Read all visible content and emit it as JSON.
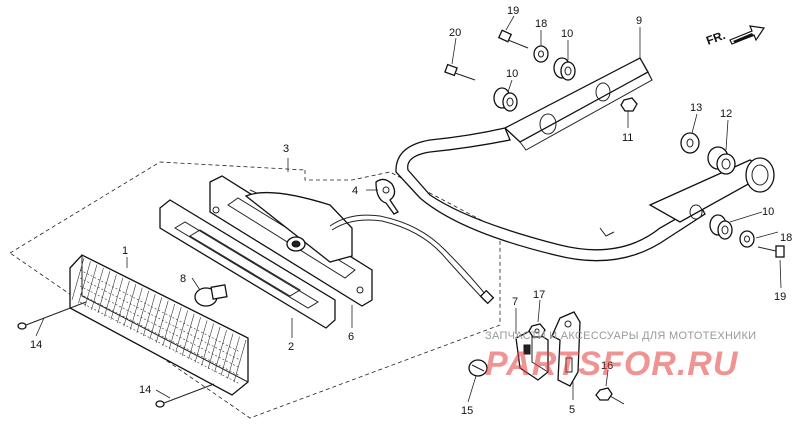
{
  "diagram": {
    "direction_label": "FR.",
    "callouts": {
      "c1": "1",
      "c2": "2",
      "c3": "3",
      "c4": "4",
      "c5": "5",
      "c6": "6",
      "c7": "7",
      "c8": "8",
      "c9": "9",
      "c10a": "10",
      "c10b": "10",
      "c10c": "10",
      "c11": "11",
      "c12": "12",
      "c13": "13",
      "c14a": "14",
      "c14b": "14",
      "c15": "15",
      "c16": "16",
      "c17": "17",
      "c18a": "18",
      "c18b": "18",
      "c19a": "19",
      "c19b": "19",
      "c20": "20"
    }
  },
  "watermark": {
    "caption": "ЗАПЧАСТИ И АКСЕССУАРЫ ДЛЯ МОТОТЕХНИКИ",
    "brand": "PARTSFOR.RU"
  },
  "colors": {
    "line": "#222222",
    "watermark_brand": "#e13b3b",
    "watermark_caption": "#9a9a9a"
  }
}
